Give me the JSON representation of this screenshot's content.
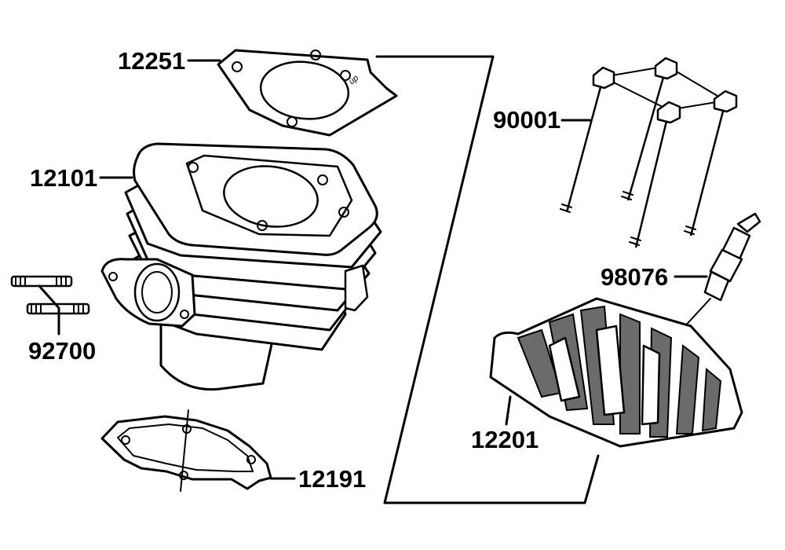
{
  "diagram": {
    "type": "exploded-parts-diagram",
    "parts": [
      {
        "id": "cylinder_head_gasket",
        "number": "12251"
      },
      {
        "id": "cylinder",
        "number": "12101"
      },
      {
        "id": "studs",
        "number": "92700"
      },
      {
        "id": "cylinder_base_gasket",
        "number": "12191"
      },
      {
        "id": "bolts",
        "number": "90001"
      },
      {
        "id": "spark_plug",
        "number": "98076"
      },
      {
        "id": "cylinder_head",
        "number": "12201"
      }
    ],
    "gasket_mark": "up",
    "colors": {
      "line": "#000000",
      "background": "#ffffff",
      "shade": "#6b6b6b"
    }
  }
}
